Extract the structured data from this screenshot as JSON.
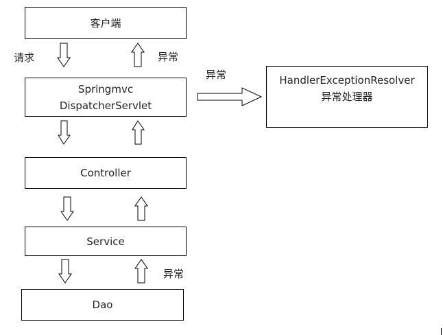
{
  "nodes": {
    "client": "客户端",
    "dispatcher": [
      "Springmvc",
      "DispatcherServlet"
    ],
    "controller": "Controller",
    "service": "Service",
    "dao": "Dao",
    "resolver": [
      "HandlerExceptionResolver",
      "异常处理器"
    ]
  },
  "labels": {
    "request": "请求",
    "exception_client": "异常",
    "exception_resolver": "异常",
    "exception_dao": "异常"
  }
}
